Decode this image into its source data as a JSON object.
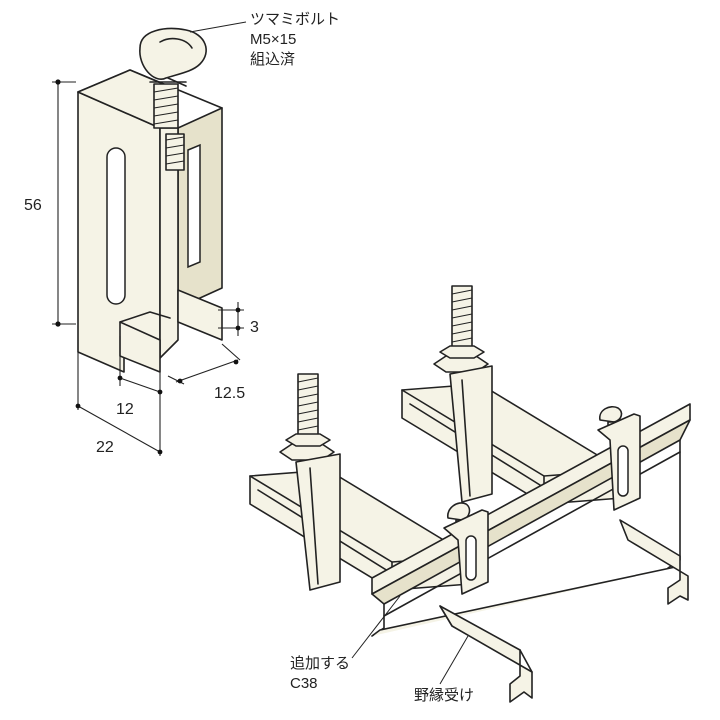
{
  "labels": {
    "bolt_line1": "ツマミボルト",
    "bolt_line2": "M5×15",
    "bolt_line3": "組込済",
    "dim_height": "56",
    "dim_slot": "3",
    "dim_depth": "12.5",
    "dim_inner": "12",
    "dim_outer": "22",
    "added_line1": "追加する",
    "added_line2": "C38",
    "nobuchi": "野縁受け"
  },
  "colors": {
    "metal_fill": "#f5f3e6",
    "metal_shadow": "#e6e2cb",
    "line": "#222222"
  }
}
